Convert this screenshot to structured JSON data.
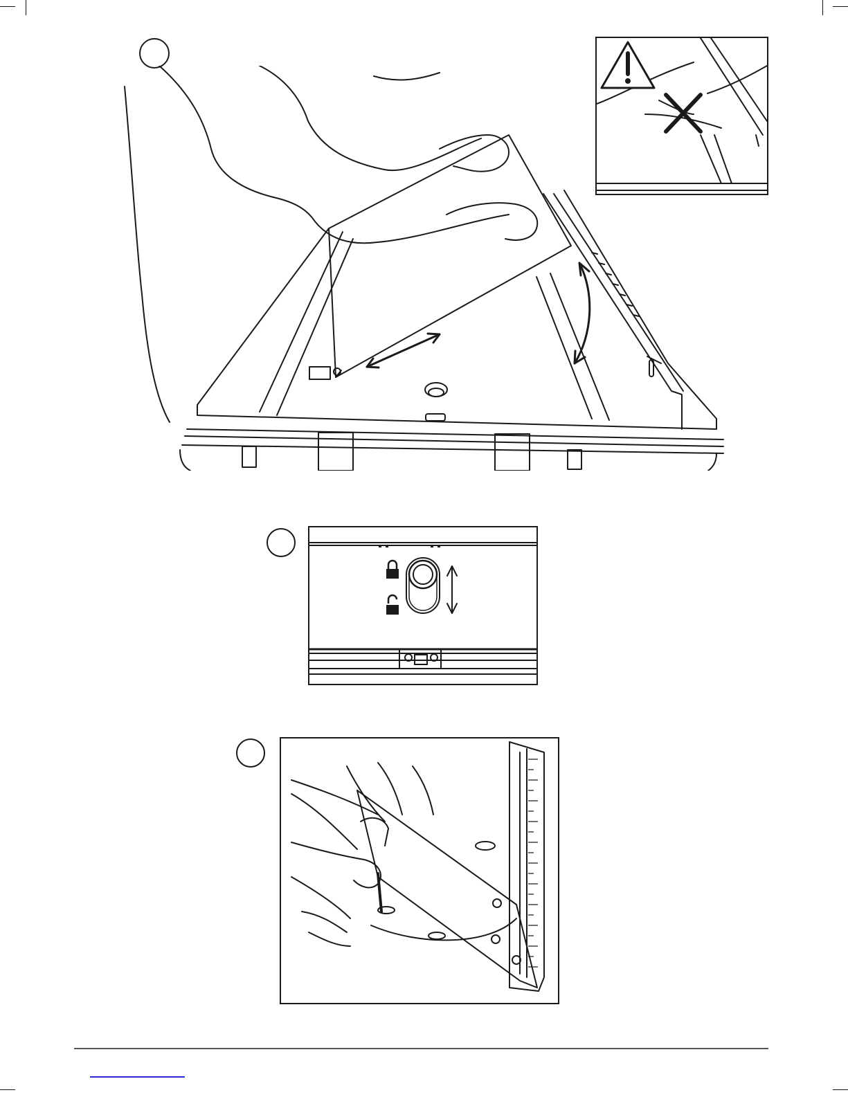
{
  "page": {
    "title": "",
    "colors": {
      "ink": "#1a1a1a",
      "paper": "#ffffff",
      "link": "#2b2bd6"
    }
  },
  "steps": [
    {
      "id": "step-a",
      "number": "",
      "illustration": "saw-table-top-tilt"
    },
    {
      "id": "step-b",
      "number": "",
      "illustration": "lock-knob-detail"
    },
    {
      "id": "step-c",
      "number": "",
      "illustration": "square-alignment"
    }
  ],
  "inset": {
    "icon": "warning-triangle-icon",
    "prohibited": "cross-mark-icon"
  },
  "lock": {
    "locked_icon": "padlock-closed-icon",
    "unlocked_icon": "padlock-open-icon"
  },
  "footer": {
    "text": ""
  }
}
